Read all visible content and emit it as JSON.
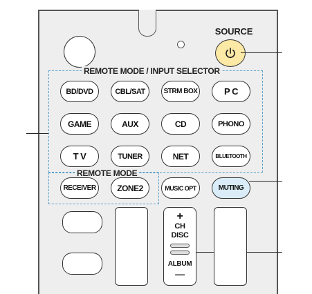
{
  "source": {
    "label": "SOURCE",
    "power_icon": "power-icon"
  },
  "remote_mode_input_selector": {
    "title": "REMOTE MODE / INPUT SELECTOR",
    "buttons": [
      "BD/DVD",
      "CBL/SAT",
      "STRM BOX",
      "P C",
      "GAME",
      "AUX",
      "CD",
      "PHONO",
      "T V",
      "TUNER",
      "NET",
      "BLUETOOTH"
    ]
  },
  "remote_mode": {
    "title": "REMOTE MODE",
    "buttons": [
      "RECEIVER",
      "ZONE2"
    ]
  },
  "music_opt": {
    "label": "MUSIC OPT"
  },
  "muting": {
    "label": "MUTING"
  },
  "ch_disc_album": {
    "plus": "+",
    "ch": "CH",
    "disc": "DISC",
    "album": "ALBUM",
    "minus": "—"
  },
  "colors": {
    "highlight": "#fce9a6",
    "dashed_border": "#5aa0cc",
    "body": "#eeeeee"
  }
}
